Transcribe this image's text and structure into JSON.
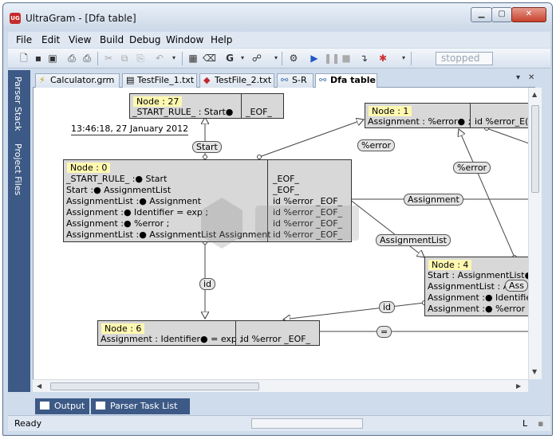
{
  "window": {
    "app_icon": "UG",
    "title": "UltraGram - [Dfa table]",
    "minimize_glyph": "▁",
    "maximize_glyph": "▢",
    "close_glyph": "✕"
  },
  "menu": [
    "File",
    "Edit",
    "View",
    "Build",
    "Debug",
    "Window",
    "Help"
  ],
  "toolbar": {
    "icons": [
      "new-file-icon",
      "save-icon",
      "save-all-icon",
      "print-preview-icon",
      "print-icon",
      "cut-icon",
      "copy-icon",
      "paste-icon",
      "undo-icon",
      "grid-icon",
      "clear-icon",
      "grammar-icon",
      "tree-icon",
      "build-icon",
      "run-icon",
      "pause-icon",
      "stop-icon",
      "step-icon",
      "debug-icon"
    ],
    "status": "stopped"
  },
  "side_tabs": [
    "Parser Stack",
    "Project Files"
  ],
  "tabs": [
    {
      "label": "Calculator.grm",
      "icon": "grammar-file-icon"
    },
    {
      "label": "TestFile_1.txt",
      "icon": "text-file-icon"
    },
    {
      "label": "TestFile_2.txt",
      "icon": "diamond-file-icon"
    },
    {
      "label": "S-R",
      "icon": "sr-icon"
    },
    {
      "label": "Dfa table",
      "icon": "dfa-icon",
      "active": true
    }
  ],
  "tab_controls": {
    "menu": "▾",
    "close": "✕"
  },
  "diagram": {
    "timestamp": "13:46:18,  27 January 2012",
    "nodes": [
      {
        "title": "Node : 27",
        "lines": [
          "_START_RULE_ : Start●"
        ],
        "col2": [
          "_EOF_"
        ]
      },
      {
        "title": "Node : 1",
        "lines": [
          "Assignment : %error● ;"
        ],
        "col2": [
          "id %error_E("
        ]
      },
      {
        "title": "Node : 0",
        "lines": [
          "_START_RULE_ :● Start",
          "Start :● AssignmentList",
          "AssignmentList :● Assignment",
          "Assignment :● Identifier = exp ;",
          "Assignment :● %error ;",
          "AssignmentList :● AssignmentList Assignment"
        ],
        "col2": [
          "_EOF_",
          "_EOF_",
          "id %error _EOF_",
          "id %error _EOF_",
          "id %error _EOF_",
          "id %error _EOF_"
        ]
      },
      {
        "title": "Node : 4",
        "lines": [
          "Start : AssignmentList●",
          "AssignmentList : A",
          "Assignment :● Identifier",
          "Assignment :● %error ;"
        ],
        "col2": []
      },
      {
        "title": "Node : 6",
        "lines": [
          "Assignment : Identifier● = exp ;"
        ],
        "col2": [
          "id %error _EOF_"
        ]
      }
    ],
    "edges": [
      "Start",
      "%error",
      "%error",
      "Assignment",
      "AssignmentList",
      "id",
      "id",
      "="
    ],
    "cut_label": "Ass"
  },
  "scroll": {
    "up": "▲",
    "down": "▼",
    "left": "◀",
    "right": "▶",
    "grip": "▪"
  },
  "bottom_tabs": [
    "Output",
    "Parser Task List"
  ],
  "status": {
    "left": "Ready",
    "right": "L"
  }
}
